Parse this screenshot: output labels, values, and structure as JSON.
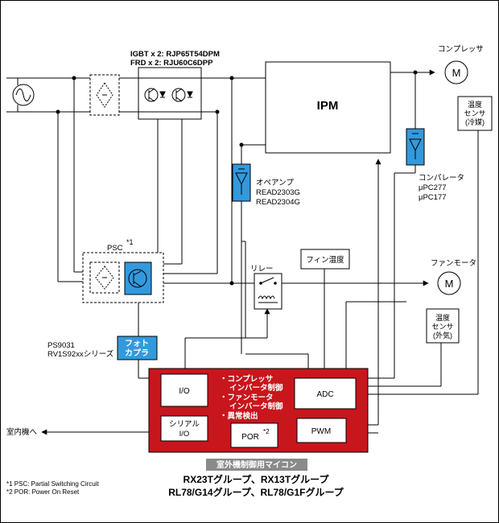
{
  "igbt": {
    "line1": "IGBT x 2: RJP65T54DPM",
    "line2": "FRD x 2: RJU60C6DPP"
  },
  "ipm": {
    "label": "IPM"
  },
  "compressor": {
    "label": "コンプレッサ",
    "motor": "M"
  },
  "fan_motor": {
    "label": "ファンモータ",
    "motor": "M"
  },
  "temp_sensor_refrigerant": {
    "line1": "温度",
    "line2": "センサ",
    "line3": "(冷媒)"
  },
  "temp_sensor_outside": {
    "line1": "温度",
    "line2": "センサ",
    "line3": "(外気)"
  },
  "comparator": {
    "line1": "コンパレータ",
    "line2": "μPC277",
    "line3": "μPC177"
  },
  "opamp": {
    "line1": "オペアンプ",
    "line2": "READ2303G",
    "line3": "READ2304G"
  },
  "psc": {
    "label": "PSC",
    "note": "*1"
  },
  "relay": {
    "label": "リレー"
  },
  "fin_temp": {
    "label": "フィン温度"
  },
  "photocoupler": {
    "line1": "フォト",
    "line2": "カプラ"
  },
  "ps_part": {
    "line1": "PS9031",
    "line2": "RV1S92xxシリーズ"
  },
  "indoor": {
    "label": "室内機へ"
  },
  "mcu": {
    "io": "I/O",
    "serial_line1": "シリアル",
    "serial_line2": "I/O",
    "por": "POR",
    "por_note": "*2",
    "adc": "ADC",
    "pwm": "PWM",
    "functions": [
      "・コンプレッサ",
      "インバータ制御",
      "・ファンモータ",
      "インバータ制御",
      "・異常検出"
    ],
    "caption": "室外機制御用マイコン"
  },
  "groups": {
    "line1": "RX23Tグループ、RX13Tグループ",
    "line2": "RL78/G14グループ、RL78/G1Fグループ"
  },
  "footnotes": {
    "note1": "*1 PSC: Partial Switching Circuit",
    "note2": "*2 POR: Power On Reset"
  },
  "colors": {
    "mcu_red": "#c8161d",
    "blue": "#3399dd",
    "caption_gray": "#8a8a8a"
  }
}
